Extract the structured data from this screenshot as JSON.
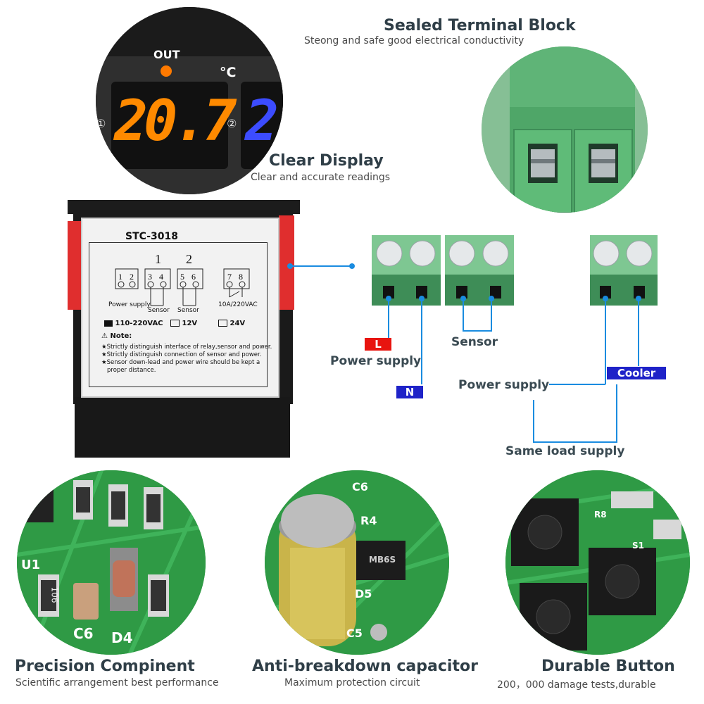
{
  "display": {
    "out_label": "OUT",
    "unit_label": "°C",
    "reading_1": "20.7",
    "reading_2_partial": "2",
    "marker_1": "①",
    "marker_2": "②"
  },
  "features": {
    "terminal_block": {
      "title": "Sealed Terminal Block",
      "subtitle": "Steong and safe good electrical conductivity"
    },
    "display": {
      "title": "Clear Display",
      "subtitle": "Clear and accurate readings"
    },
    "component": {
      "title": "Precision Compinent",
      "subtitle": "Scientific arrangement best performance"
    },
    "capacitor": {
      "title": "Anti-breakdown capacitor",
      "subtitle": "Maximum protection circuit"
    },
    "button": {
      "title": "Durable Button",
      "subtitle": "200，000 damage tests,durable"
    }
  },
  "device": {
    "model": "STC-3018",
    "group_1": "1",
    "group_2": "2",
    "terminals": [
      "1",
      "2",
      "3",
      "4",
      "5",
      "6",
      "7",
      "8"
    ],
    "power_label": "Power supply",
    "sensor_label_1": "Sensor",
    "sensor_label_2": "Sensor",
    "relay_label": "10A/220VAC",
    "voltage_options": [
      "110-220VAC",
      "12V",
      "24V"
    ],
    "note_title": "Note:",
    "notes": [
      "★Strictly distinguish interface of relay,sensor and power.",
      "★Strictly distinguish connection of sensor and power.",
      "★Sensor down-lead and power wire should be kept a",
      "proper distance."
    ]
  },
  "wiring": {
    "tag_l": "L",
    "tag_n": "N",
    "tag_cooler": "Cooler",
    "power_supply_left": "Power supply",
    "sensor": "Sensor",
    "power_supply_right": "Power supply",
    "same_load": "Same load supply"
  },
  "colors": {
    "wire": "#1a8ce0",
    "tag_red": "#e8140f",
    "tag_blue": "#1f23c8",
    "display_orange": "#ff8a00",
    "display_blue": "#3c4cff",
    "terminal_green": "#5fb477",
    "clip_red": "#e02e2e"
  },
  "pcb_markings": {
    "component": [
      "U1",
      "106",
      "C6",
      "D4"
    ],
    "capacitor": [
      "C6",
      "R4",
      "MB6S",
      "D5",
      "C5"
    ],
    "button": [
      "R8",
      "S1"
    ]
  }
}
